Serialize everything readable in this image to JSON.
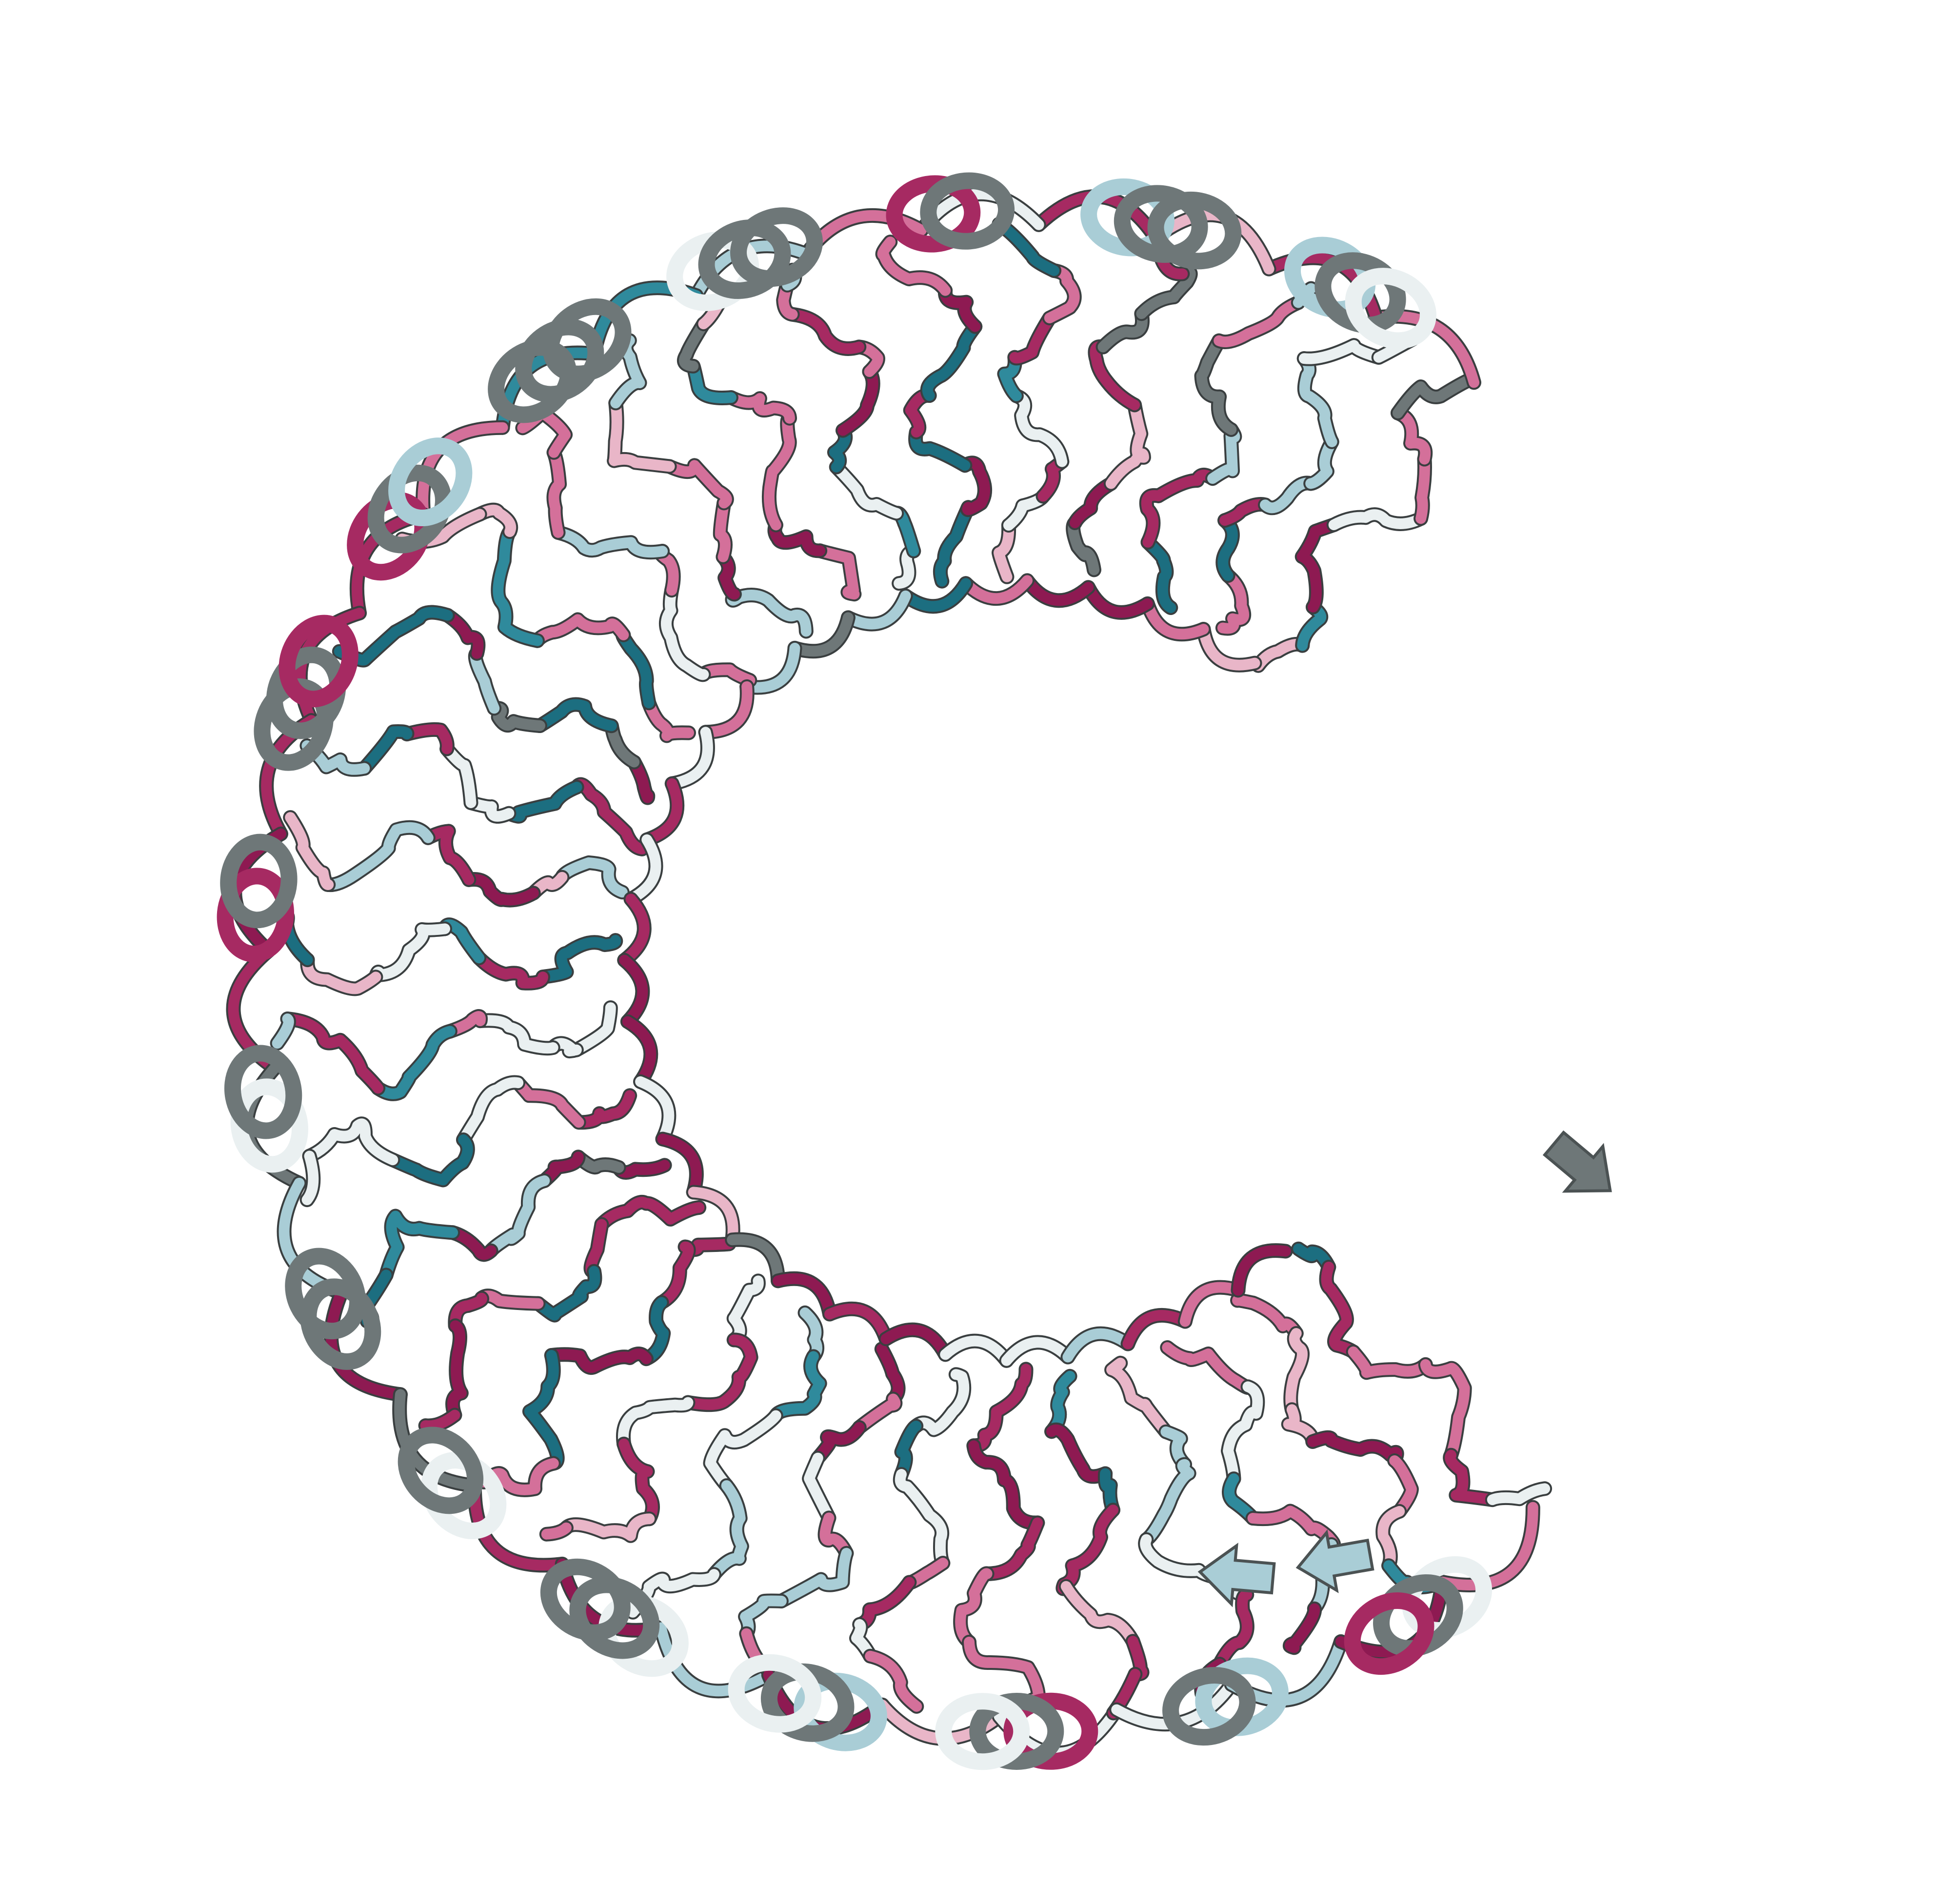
{
  "background": "#ffffff",
  "palette": {
    "deep_magenta": "#8e1a52",
    "magenta": "#a62a62",
    "pink": "#d4709a",
    "light_pink": "#e9b6c8",
    "pale": "#eaf0f1",
    "light_cyan": "#a9cdd6",
    "teal": "#2f8a9c",
    "deep_teal": "#1c6e80",
    "grey": "#6e7778",
    "dark_grey": "#4b5253"
  },
  "structure": {
    "kind": "protein-ribbon-cartoon",
    "shape": "horseshoe",
    "repeat_units": 30,
    "helix_count": 16,
    "arrow_count": 3
  }
}
